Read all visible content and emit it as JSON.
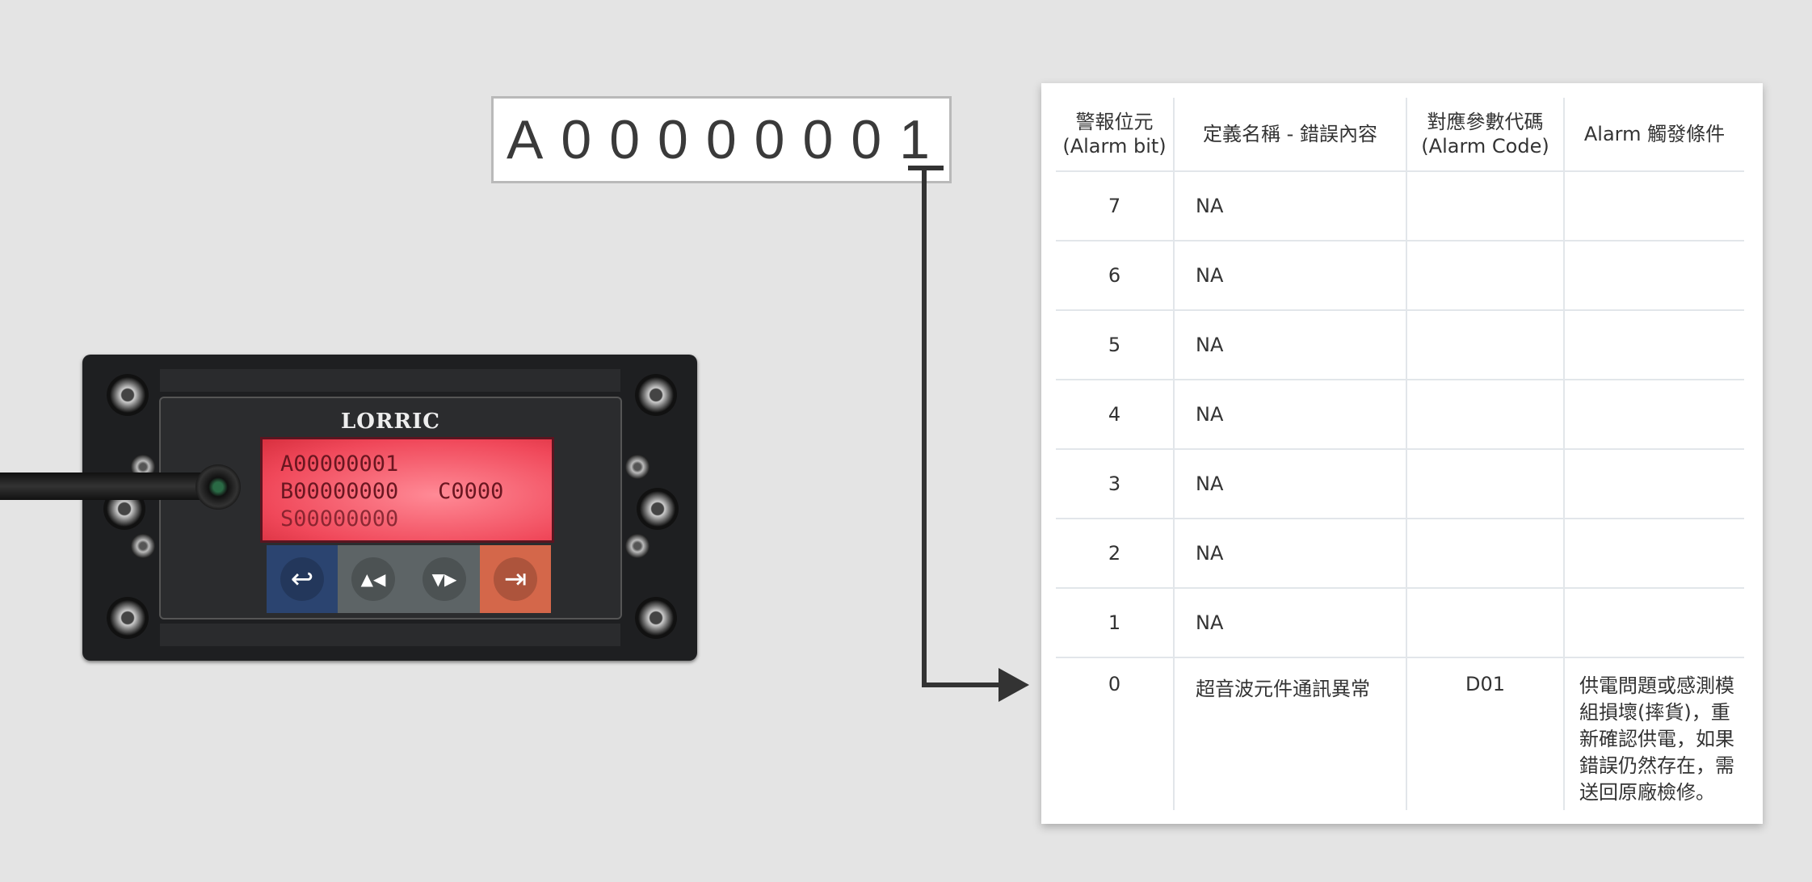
{
  "callout": {
    "code": "A00000001"
  },
  "device": {
    "brand": "LORRIC",
    "lcd_lines": [
      "A00000001",
      "B00000000   C0000",
      "S00000000"
    ],
    "buttons": [
      {
        "name": "back",
        "icon": "return-icon",
        "glyph": "↩",
        "color": "#2b4470"
      },
      {
        "name": "up-left",
        "icon": "up-left-arrows-icon",
        "glyph": "▲◀",
        "color": "#5d6466"
      },
      {
        "name": "down-right",
        "icon": "down-right-arrows-icon",
        "glyph": "▼▶",
        "color": "#5d6466"
      },
      {
        "name": "enter",
        "icon": "enter-icon",
        "glyph": "⇥",
        "color": "#d4674a"
      }
    ]
  },
  "table": {
    "headers": [
      "警報位元\n(Alarm bit)",
      "定義名稱 - 錯誤內容",
      "對應參數代碼\n(Alarm Code)",
      "Alarm 觸發條件"
    ],
    "rows": [
      {
        "bit": "7",
        "name": "NA",
        "code": "",
        "condition": ""
      },
      {
        "bit": "6",
        "name": "NA",
        "code": "",
        "condition": ""
      },
      {
        "bit": "5",
        "name": "NA",
        "code": "",
        "condition": ""
      },
      {
        "bit": "4",
        "name": "NA",
        "code": "",
        "condition": ""
      },
      {
        "bit": "3",
        "name": "NA",
        "code": "",
        "condition": ""
      },
      {
        "bit": "2",
        "name": "NA",
        "code": "",
        "condition": ""
      },
      {
        "bit": "1",
        "name": "NA",
        "code": "",
        "condition": ""
      },
      {
        "bit": "0",
        "name": "超音波元件通訊異常",
        "code": "D01",
        "condition": "供電問題或感測模組損壞(摔貨)，重新確認供電，如果錯誤仍然存在，需送回原廠檢修。"
      }
    ]
  }
}
